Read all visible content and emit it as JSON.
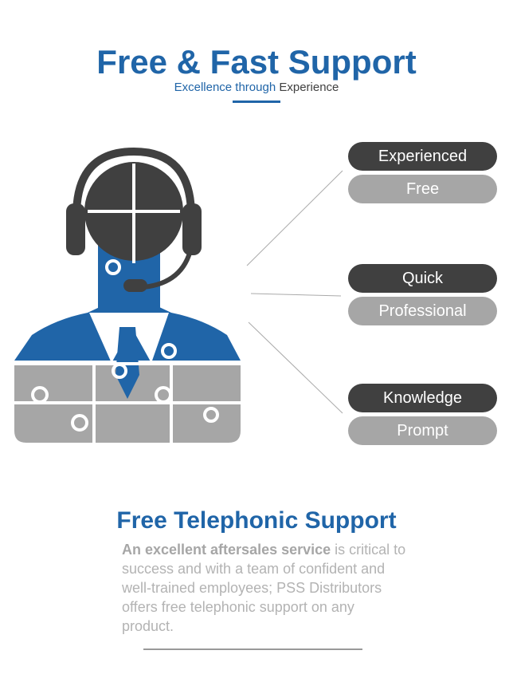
{
  "header": {
    "title": "Free & Fast Support",
    "subtitle_part1": "Excellence through",
    "subtitle_part2": "Experience"
  },
  "pills": [
    {
      "label": "Experienced",
      "style": "dark"
    },
    {
      "label": "Free",
      "style": "light"
    },
    {
      "label": "Quick",
      "style": "dark"
    },
    {
      "label": "Professional",
      "style": "light"
    },
    {
      "label": "Knowledge",
      "style": "dark"
    },
    {
      "label": "Prompt",
      "style": "light"
    }
  ],
  "section": {
    "title": "Free Telephonic Support",
    "bold_lead": "An excellent aftersales service",
    "body": " is critical to success and with a team of confident and well-trained employees; PSS Distributors offers free telephonic support on any product."
  },
  "colors": {
    "blue": "#2065a8",
    "dark": "#404040",
    "gray": "#a6a6a6"
  }
}
